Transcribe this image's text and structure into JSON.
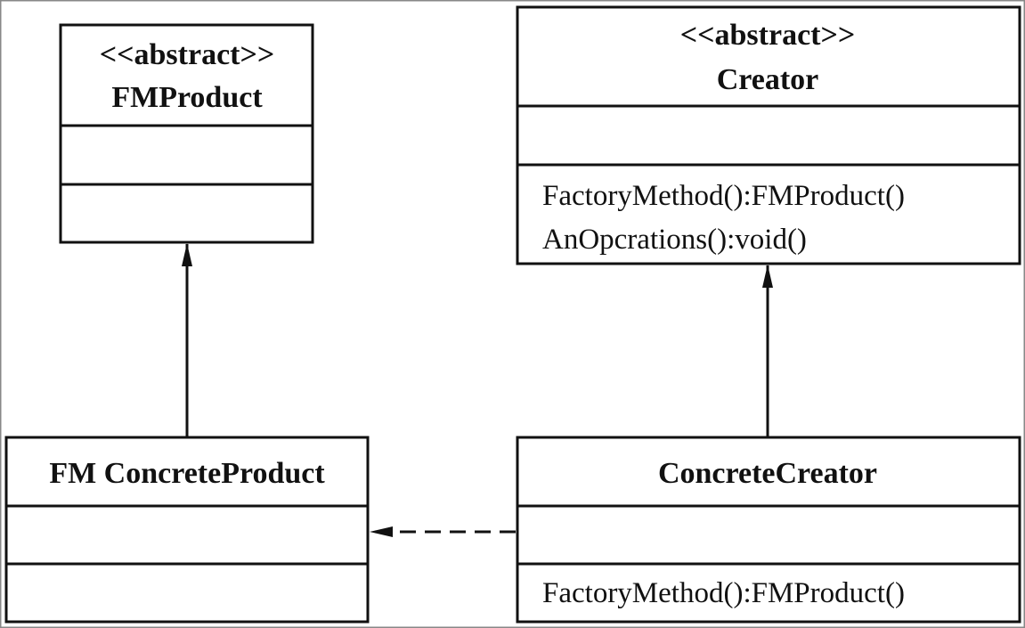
{
  "classes": {
    "fm_product": {
      "stereotype": "<<abstract>>",
      "name": "FMProduct",
      "attributes": [],
      "methods": []
    },
    "creator": {
      "stereotype": "<<abstract>>",
      "name": "Creator",
      "attributes": [],
      "methods": [
        "FactoryMethod():FMProduct()",
        "AnOpcrations():void()"
      ]
    },
    "fm_concrete_product": {
      "name": "FM ConcreteProduct",
      "attributes": [],
      "methods": []
    },
    "concrete_creator": {
      "name": "ConcreteCreator",
      "attributes": [],
      "methods": [
        "FactoryMethod():FMProduct()"
      ]
    }
  },
  "relations": [
    {
      "from": "FM ConcreteProduct",
      "to": "FMProduct",
      "type": "generalization",
      "line": "solid"
    },
    {
      "from": "ConcreteCreator",
      "to": "Creator",
      "type": "generalization",
      "line": "solid"
    },
    {
      "from": "ConcreteCreator",
      "to": "FM ConcreteProduct",
      "type": "dependency",
      "line": "dashed"
    }
  ],
  "colors": {
    "line": "#111111",
    "background": "#ffffff",
    "frame": "#888888"
  }
}
